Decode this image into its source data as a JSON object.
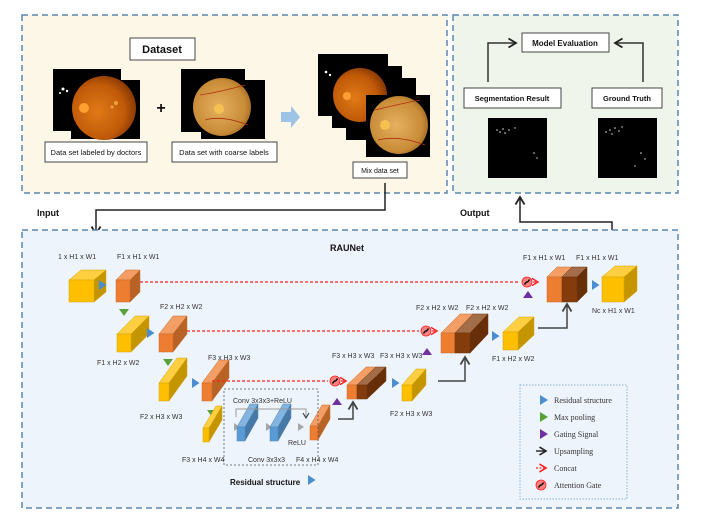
{
  "dataset_panel": {
    "title": "Dataset",
    "doctor_label": "Data set labeled by doctors",
    "coarse_label": "Data set with coarse labels",
    "plus": "+",
    "mix_label": "Mix data set"
  },
  "evaluation_panel": {
    "title": "Model Evaluation",
    "segmentation_label": "Segmentation Result",
    "ground_truth_label": "Ground Truth"
  },
  "flow": {
    "input_label": "Input",
    "output_label": "Output"
  },
  "network": {
    "title": "RAUNet",
    "enc1_in": "1 x H1 x W1",
    "enc1_out": "F1 x H1 x W1",
    "enc2_top": "F2 x H2 x W2",
    "enc2_in": "F1 x H2 x W2",
    "enc3_top": "F3 x H3 x W3",
    "enc3_in": "F2 x H3 x W3",
    "enc4_in": "F3 x H4 x W4",
    "enc4_out": "F4 x H4 x W4",
    "conv_relu": "Conv 3x3x3+ReLU",
    "conv": "Conv 3x3x3",
    "relu": "ReLU",
    "residual_caption": "Residual structure",
    "dec3_a": "F3 x H3 x W3",
    "dec3_b": "F3 x H3 x W3",
    "dec3_out": "F2 x H3 x W3",
    "dec2_a": "F2 x H2 x W2",
    "dec2_b": "F2 x H2 x W2",
    "dec2_out": "F1 x H2 x W2",
    "dec1_a": "F1 x H1 x W1",
    "dec1_b": "F1 x H1 x W1",
    "final_out": "Nc x H1 x W1"
  },
  "legend": {
    "items": [
      {
        "label": "Residual structure",
        "icon": "blue-triangle"
      },
      {
        "label": "Max pooling",
        "icon": "green-triangle"
      },
      {
        "label": "Gating Signal",
        "icon": "purple-triangle"
      },
      {
        "label": "Upsampling",
        "icon": "black-arrow"
      },
      {
        "label": "Concat",
        "icon": "red-dashed-arrow"
      },
      {
        "label": "Attention Gate",
        "icon": "attention-gate"
      }
    ]
  },
  "colors": {
    "panel_border": "#5b85b0",
    "dataset_bg": "#fdf7e8",
    "eval_bg": "#eff5ea",
    "network_bg": "#eef4fb",
    "yellow_face": "#fdbf00",
    "orange_face": "#ed7d31",
    "brown_face": "#843c0c",
    "blue_block": "#5b9bd5",
    "residual_blue": "#4a8ed0",
    "pool_green": "#5aa03c",
    "gating_purple": "#7030a0",
    "concat_red": "#ff2020"
  }
}
